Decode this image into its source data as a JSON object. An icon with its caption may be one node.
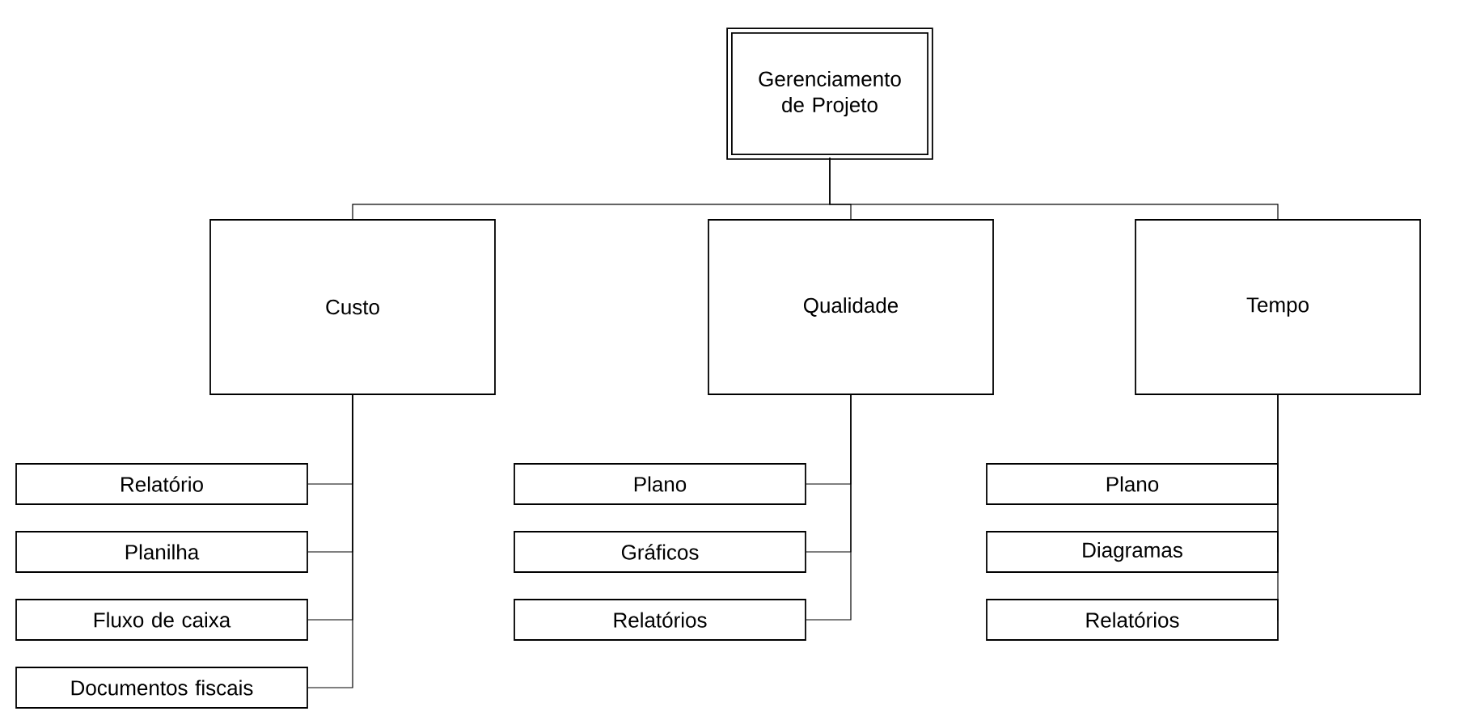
{
  "diagram": {
    "nodes": [
      {
        "text": [
          "Gerenciamento de Projeto"
        ]
      },
      {
        "text": [
          "Custo"
        ]
      },
      {
        "text": [
          "Qualidade"
        ]
      },
      {
        "text": [
          "Tempo"
        ]
      },
      {
        "text": [
          "Relatório"
        ]
      },
      {
        "text": [
          "Planilha"
        ]
      },
      {
        "text": [
          "Fluxo de caixa"
        ]
      },
      {
        "text": [
          "Documentos fiscais"
        ]
      },
      {
        "text": [
          "Plano"
        ]
      },
      {
        "text": [
          "Gráficos"
        ]
      },
      {
        "text": [
          "Relatórios"
        ]
      },
      {
        "text": [
          "Plano"
        ]
      },
      {
        "text": [
          "Diagramas"
        ]
      },
      {
        "text": [
          "Relatórios"
        ]
      }
    ],
    "edges": [
      {
        "from": 0,
        "to": 1,
        "arrow": "none"
      },
      {
        "from": 0,
        "to": 2,
        "arrow": "none"
      },
      {
        "from": 0,
        "to": 3,
        "arrow": "none"
      },
      {
        "from": 1,
        "to": 4,
        "arrow": "none"
      },
      {
        "from": 1,
        "to": 5,
        "arrow": "none"
      },
      {
        "from": 1,
        "to": 6,
        "arrow": "none"
      },
      {
        "from": 1,
        "to": 7,
        "arrow": "none"
      },
      {
        "from": 2,
        "to": 8,
        "arrow": "none"
      },
      {
        "from": 2,
        "to": 9,
        "arrow": "none"
      },
      {
        "from": 2,
        "to": 10,
        "arrow": "none"
      },
      {
        "from": 3,
        "to": 11,
        "arrow": "none"
      },
      {
        "from": 3,
        "to": 12,
        "arrow": "none"
      },
      {
        "from": 3,
        "to": 13,
        "arrow": "none"
      }
    ]
  }
}
